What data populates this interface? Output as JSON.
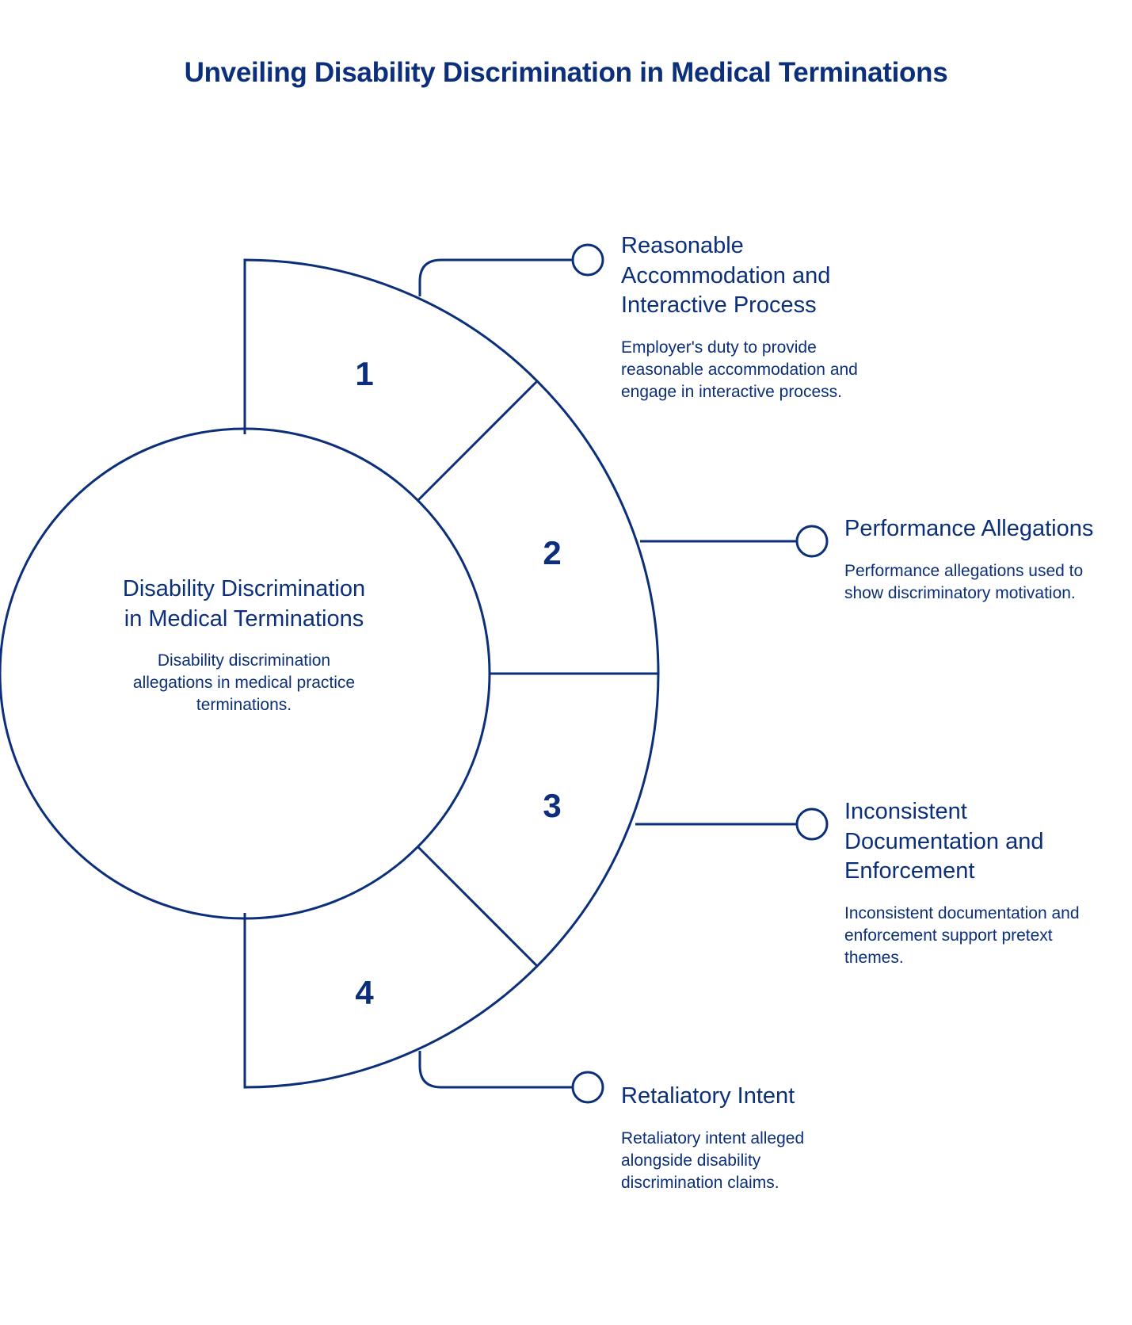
{
  "title": "Unveiling Disability Discrimination in Medical Terminations",
  "center": {
    "title": "Disability Discrimination in Medical Terminations",
    "description": "Disability discrimination allegations in medical practice terminations."
  },
  "segments": [
    {
      "number": "1"
    },
    {
      "number": "2"
    },
    {
      "number": "3"
    },
    {
      "number": "4"
    }
  ],
  "items": [
    {
      "number": "1",
      "title": "Reasonable Accommodation and Interactive Process",
      "description": "Employer's duty to provide reasonable accommodation and engage in interactive process."
    },
    {
      "number": "2",
      "title": "Performance Allegations",
      "description": "Performance allegations used to show discriminatory motivation."
    },
    {
      "number": "3",
      "title": "Inconsistent Documentation and Enforcement",
      "description": "Inconsistent documentation and enforcement support pretext themes."
    },
    {
      "number": "4",
      "title": "Retaliatory Intent",
      "description": "Retaliatory intent alleged alongside disability discrimination claims."
    }
  ],
  "colors": {
    "primary": "#0b2f7a",
    "background": "#ffffff"
  }
}
